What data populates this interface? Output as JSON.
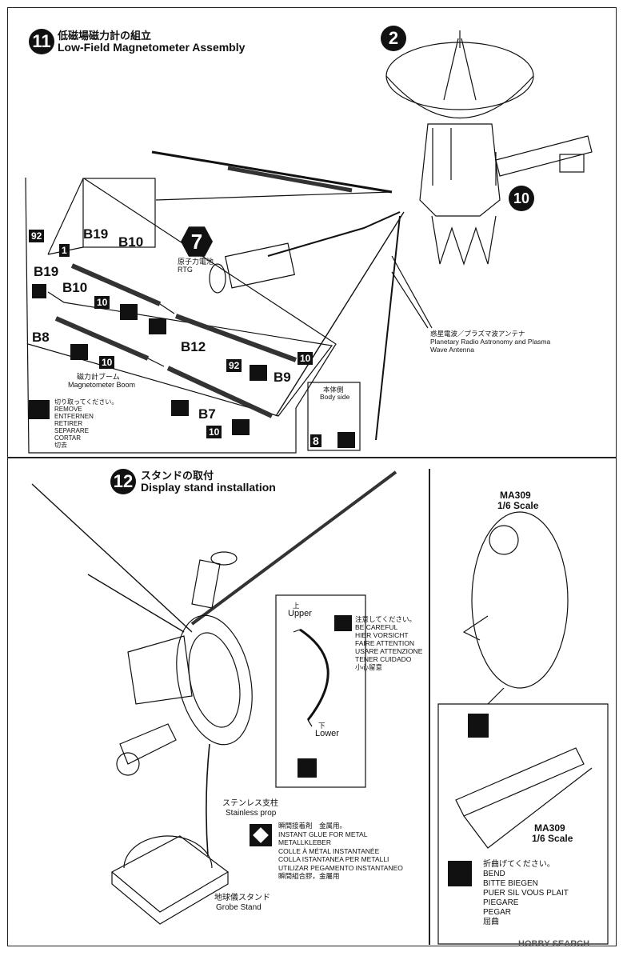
{
  "step11": {
    "number": "11",
    "title_jp": "低磁場磁力計の組立",
    "title_en": "Low-Field Magnetometer Assembly"
  },
  "step2": {
    "number": "2"
  },
  "step10": {
    "number": "10"
  },
  "step7": {
    "number": "7",
    "label_jp": "原子力電池",
    "label_en": "RTG"
  },
  "parts": {
    "b19_top": "B19",
    "b10_top": "B10",
    "p92_a": "92",
    "p1": "1",
    "b19": "B19",
    "b10": "B10",
    "n10_a": "10",
    "b8": "B8",
    "n10_b": "10",
    "b12": "B12",
    "p92_b": "92",
    "n10_c": "10",
    "b9": "B9",
    "b7": "B7",
    "n10_d": "10",
    "p8": "8"
  },
  "boom": {
    "label_jp": "磁力計ブーム",
    "label_en": "Magnetometer Boom"
  },
  "remove": [
    "切り取ってください。",
    "REMOVE",
    "ENTFERNEN",
    "RETIRER",
    "SEPARARE",
    "CORTAR",
    "切去"
  ],
  "body_side": {
    "jp": "本体側",
    "en": "Body side"
  },
  "antenna": {
    "jp": "惑星電波／プラズマ波アンテナ",
    "en1": "Planetary Radio Astronomy and Plasma",
    "en2": "Wave Antenna"
  },
  "step12": {
    "number": "12",
    "title_jp": "スタンドの取付",
    "title_en": "Display stand installation"
  },
  "prop": {
    "upper_jp": "上",
    "upper_en": "Upper",
    "lower_jp": "下",
    "lower_en": "Lower"
  },
  "careful": [
    "注意してください。",
    "BE CAREFUL",
    "HIER VORSICHT",
    "FAIRE ATTENTION",
    "USARE ATTENZIONE",
    "TENER CUIDADO",
    "小心留意"
  ],
  "stainless": {
    "jp": "ステンレス支柱",
    "en": "Stainless prop"
  },
  "glue": [
    "瞬間接着剤　金属用。",
    "INSTANT GLUE FOR METAL",
    "METALLKLEBER",
    "COLLE À MÉTAL INSTANTANÉE",
    "COLLA ISTANTANEA PER METALLI",
    "UTILIZAR PEGAMENTO INSTANTANEO",
    "瞬間組合膠，金屬用"
  ],
  "globe": {
    "jp": "地球儀スタンド",
    "en": "Grobe Stand"
  },
  "ma309_top": {
    "code": "MA309",
    "scale": "1/6 Scale"
  },
  "ma309_bottom": {
    "code": "MA309",
    "scale": "1/6 Scale"
  },
  "bend": [
    "折曲げてください。",
    "BEND",
    "BITTE BIEGEN",
    "PUER SIL VOUS PLAIT",
    "PIEGARE",
    "PEGAR",
    "屈曲"
  ],
  "watermark": "HOBBY SEARCH"
}
